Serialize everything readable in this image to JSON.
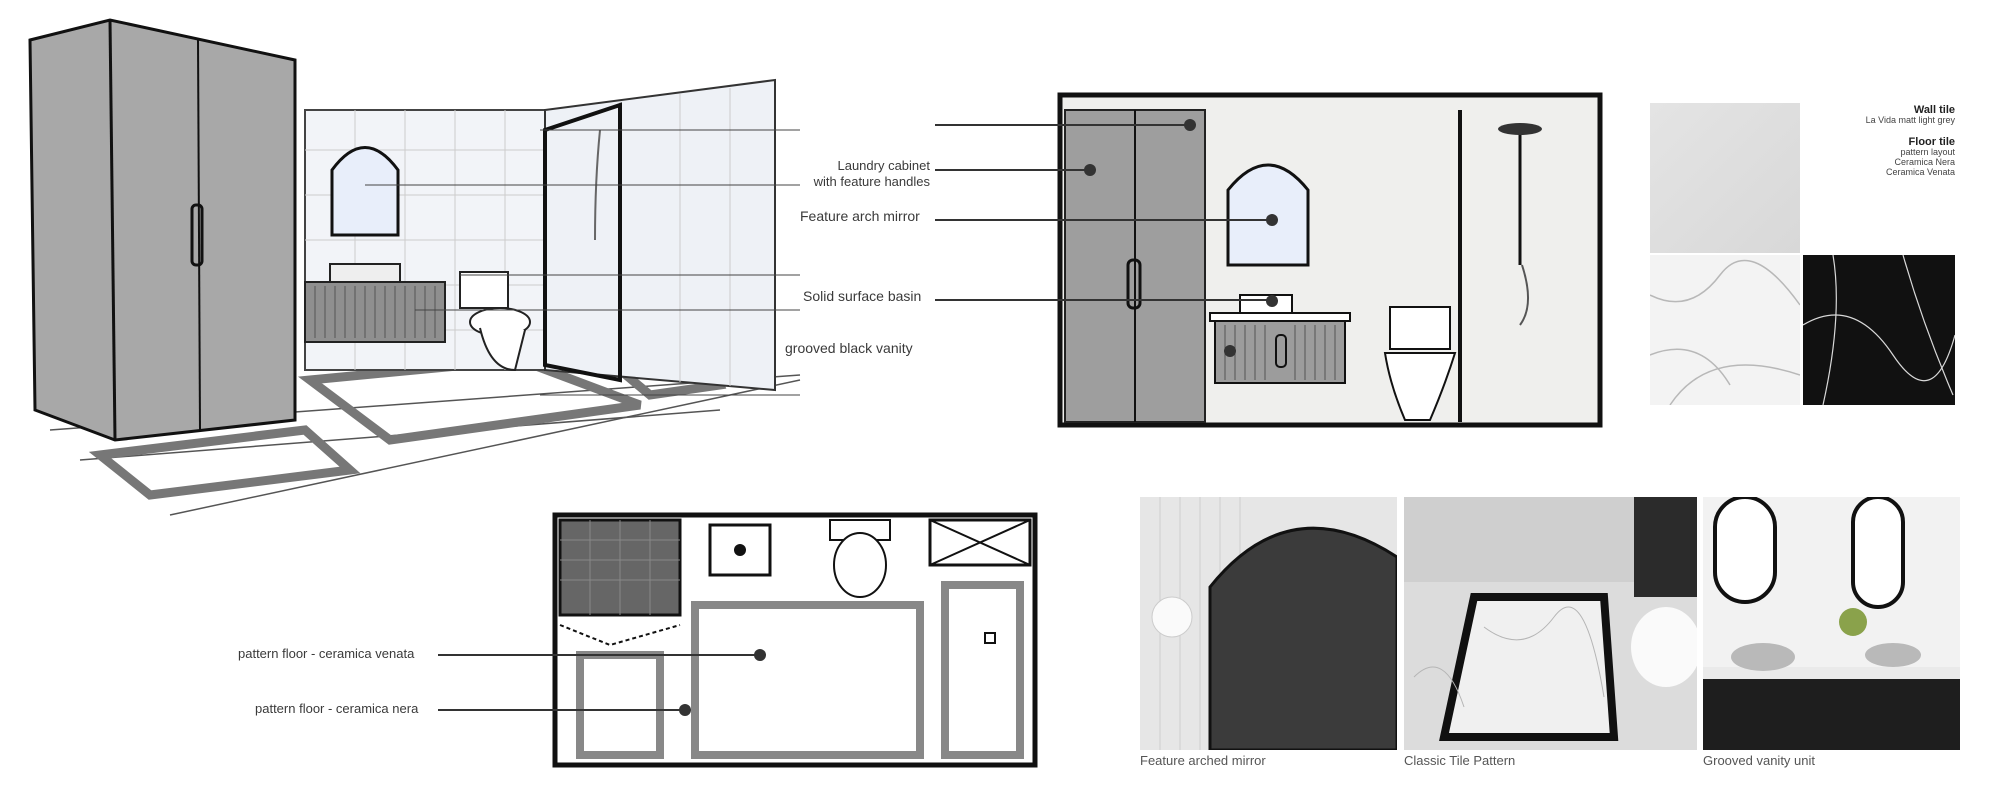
{
  "elevation_labels": {
    "laundry": [
      "Laundry cabinet",
      "with feature handles"
    ],
    "mirror": "Feature arch mirror",
    "basin": "Solid surface basin",
    "vanity": "grooved black vanity"
  },
  "plan_labels": {
    "venata": "pattern floor - ceramica venata",
    "nera": "pattern floor - ceramica nera"
  },
  "swatches": {
    "wall_tile_title": "Wall tile",
    "wall_tile_desc": "La Vida matt light grey",
    "floor_tile_title": "Floor tile",
    "floor_tile_lines": [
      "pattern layout",
      "Ceramica Nera",
      "Ceramica Venata"
    ]
  },
  "photos": [
    {
      "caption": "Feature arched mirror"
    },
    {
      "caption": "Classic Tile Pattern"
    },
    {
      "caption": "Grooved vanity unit"
    }
  ],
  "colors": {
    "sketch_grey": "#a8a8a8",
    "ink": "#1a1a1a",
    "marble_dark": "#111111"
  }
}
